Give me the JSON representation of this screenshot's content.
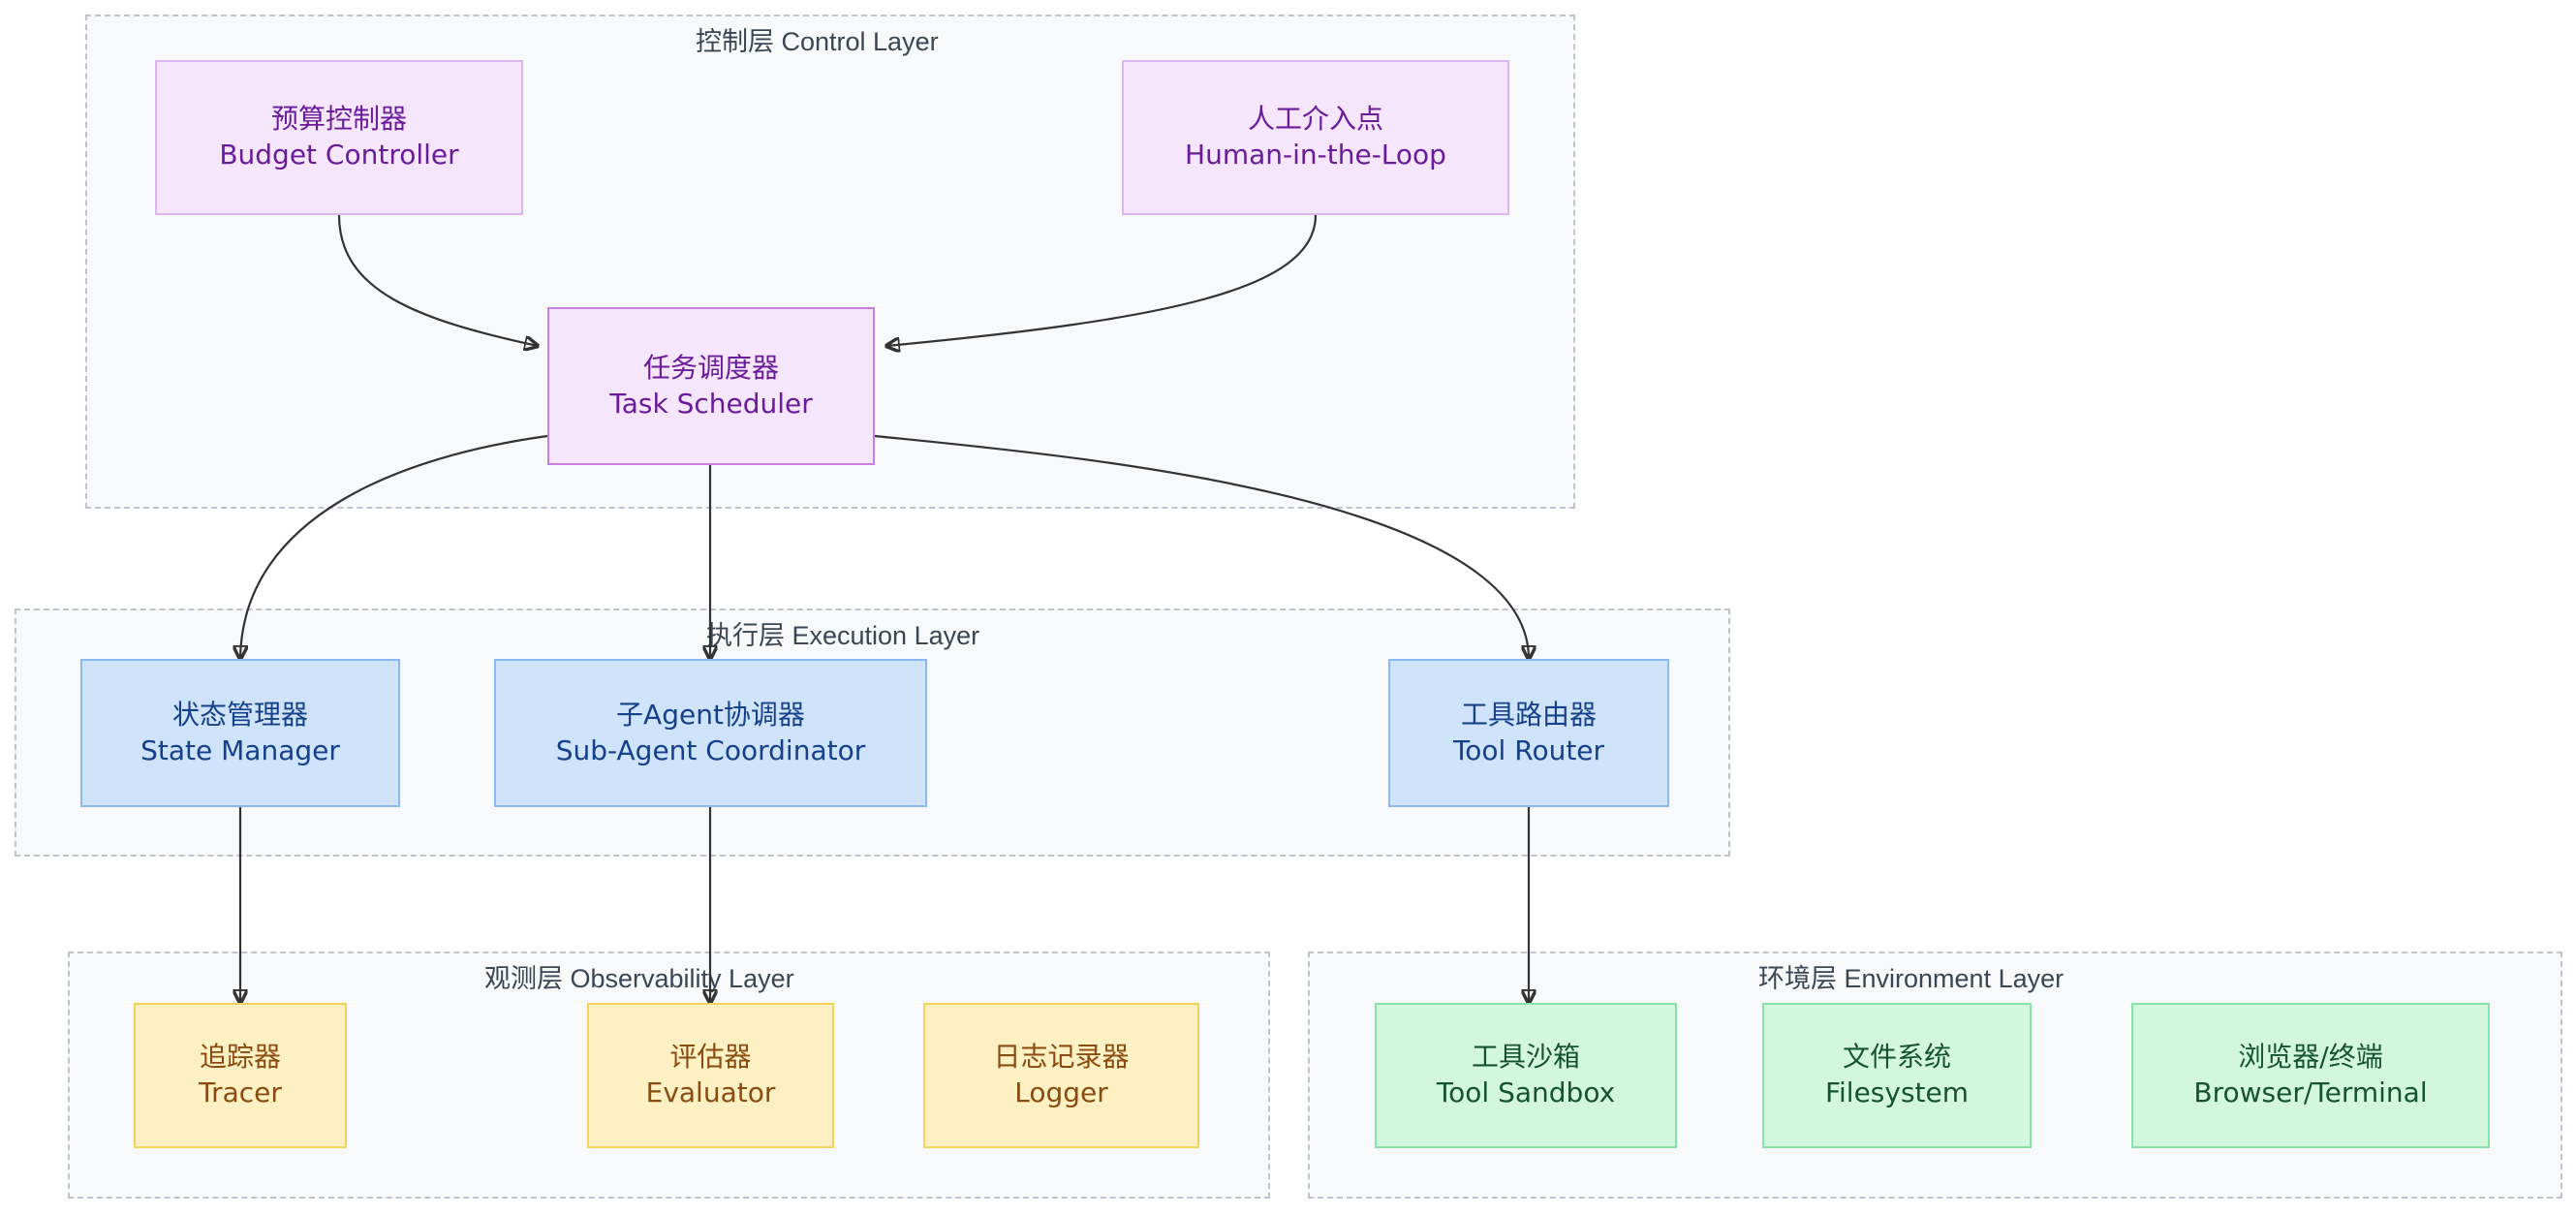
{
  "diagram": {
    "type": "layered-architecture",
    "layers": [
      {
        "id": "control",
        "title": "控制层 Control Layer",
        "accent": "#6a1b9a",
        "fill": "#f5e6fb",
        "border": "#ddb6ef"
      },
      {
        "id": "execution",
        "title": "执行层 Execution Layer",
        "accent": "#15418a",
        "fill": "#cfe3fa",
        "border": "#89b9ee"
      },
      {
        "id": "observability",
        "title": "观测层 Observability Layer",
        "accent": "#8a4b10",
        "fill": "#fdf0c2",
        "border": "#f3d35c"
      },
      {
        "id": "environment",
        "title": "环境层 Environment Layer",
        "accent": "#14532d",
        "fill": "#d3f7dd",
        "border": "#86e3a8"
      }
    ],
    "nodes": {
      "budget_controller": {
        "cn": "预算控制器",
        "en": "Budget Controller"
      },
      "human_in_the_loop": {
        "cn": "人工介入点",
        "en": "Human-in-the-Loop"
      },
      "task_scheduler": {
        "cn": "任务调度器",
        "en": "Task Scheduler"
      },
      "state_manager": {
        "cn": "状态管理器",
        "en": "State Manager"
      },
      "sub_agent_coordinator": {
        "cn": "子Agent协调器",
        "en": "Sub-Agent Coordinator"
      },
      "tool_router": {
        "cn": "工具路由器",
        "en": "Tool Router"
      },
      "tracer": {
        "cn": "追踪器",
        "en": "Tracer"
      },
      "evaluator": {
        "cn": "评估器",
        "en": "Evaluator"
      },
      "logger": {
        "cn": "日志记录器",
        "en": "Logger"
      },
      "tool_sandbox": {
        "cn": "工具沙箱",
        "en": "Tool Sandbox"
      },
      "filesystem": {
        "cn": "文件系统",
        "en": "Filesystem"
      },
      "browser_terminal": {
        "cn": "浏览器/终端",
        "en": "Browser/Terminal"
      }
    },
    "edges": [
      {
        "from": "budget_controller",
        "to": "task_scheduler",
        "arrow": true
      },
      {
        "from": "human_in_the_loop",
        "to": "task_scheduler",
        "arrow": true
      },
      {
        "from": "task_scheduler",
        "to": "state_manager",
        "arrow": true
      },
      {
        "from": "task_scheduler",
        "to": "sub_agent_coordinator",
        "arrow": true
      },
      {
        "from": "task_scheduler",
        "to": "tool_router",
        "arrow": true
      },
      {
        "from": "state_manager",
        "to": "tracer",
        "arrow": true
      },
      {
        "from": "sub_agent_coordinator",
        "to": "evaluator",
        "arrow": true
      },
      {
        "from": "tool_router",
        "to": "tool_sandbox",
        "arrow": true
      }
    ]
  }
}
